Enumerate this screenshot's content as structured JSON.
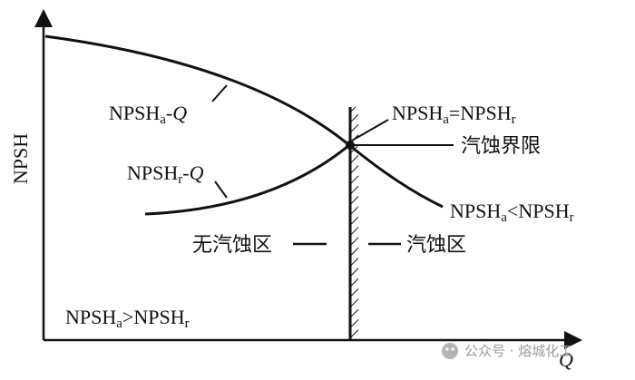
{
  "axes": {
    "y_label": "NPSH",
    "x_label": "Q"
  },
  "curves": {
    "available": {
      "base": "NPSH",
      "sub": "a",
      "dash": "-",
      "var": "Q"
    },
    "required": {
      "base": "NPSH",
      "sub": "r",
      "dash": "-",
      "var": "Q"
    }
  },
  "annotations": {
    "equal": {
      "left_base": "NPSH",
      "left_sub": "a",
      "op": "=",
      "right_base": "NPSH",
      "right_sub": "r"
    },
    "cavitation_limit": "汽蚀界限",
    "less": {
      "left_base": "NPSH",
      "left_sub": "a",
      "op": "<",
      "right_base": "NPSH",
      "right_sub": "r"
    },
    "no_cavitation_zone": "无汽蚀区",
    "cavitation_zone": "汽蚀区",
    "greater": {
      "left_base": "NPSH",
      "left_sub": "a",
      "op": ">",
      "right_base": "NPSH",
      "right_sub": "r"
    }
  },
  "watermark": {
    "text": "公众号 · 熔城化工"
  }
}
